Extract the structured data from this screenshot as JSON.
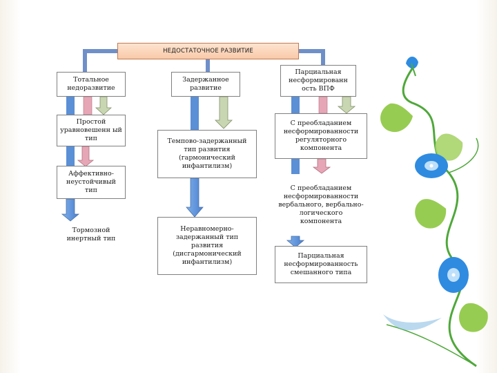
{
  "diagram": {
    "title": "НЕДОСТАТОЧНОЕ РАЗВИТИЕ",
    "columns": [
      {
        "header": "Тотальное недоразвитие",
        "items": [
          "Простой уравновешенн ый тип",
          "Аффективно-неустойчивый тип",
          "Тормозной инертный тип"
        ]
      },
      {
        "header": "Задержанное развитие",
        "items": [
          "Темпово-задержанный тип развития (гармонический инфантилизм)",
          "Неравномерно-задержанный тип развития (дисгармонический инфантилизм)"
        ]
      },
      {
        "header": "Парциальная несформированн ость ВПФ",
        "items": [
          "С преобладанием несформированности регуляторного компонента",
          "С преобладанием несформированности вербального, вербально-логического компонента",
          "Парциальная несформированность смешанного типа"
        ]
      }
    ]
  },
  "colors": {
    "title_fill": "#f9c9a8",
    "bar_blue": "#5b8fd6",
    "arrow_blue": "#9fc2ea",
    "arrow_pink": "#e7a6b5",
    "arrow_sage": "#c9d6b2",
    "vine_green": "#4fa83a",
    "flower_blue": "#2f8be0",
    "leaf_green": "#8cc63f"
  },
  "decoration": {
    "vine_icon": "morning-glory-vine-icon"
  }
}
